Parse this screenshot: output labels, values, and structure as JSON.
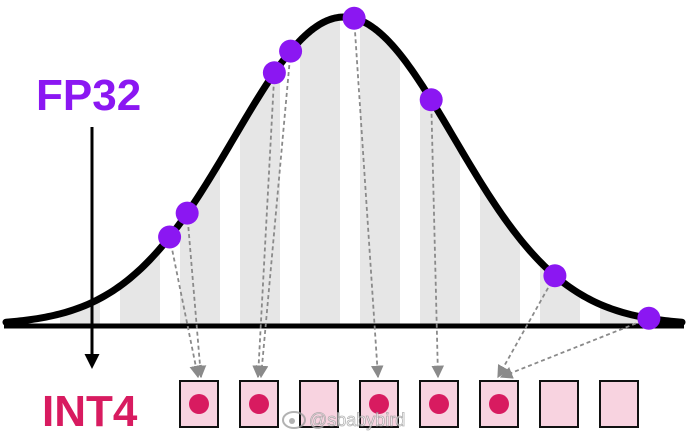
{
  "labels": {
    "source": "FP32",
    "target": "INT4",
    "watermark": "@sbabybird"
  },
  "colors": {
    "fp32": "#8B17F2",
    "int4": "#D81B60",
    "bin_fill": "#F8D3E0",
    "curve": "#000000",
    "band": "#E6E6E6",
    "arrow": "#8A8A8A"
  },
  "icons": {
    "watermark": "weibo-logo-icon"
  },
  "bins": [
    {
      "filled": true
    },
    {
      "filled": true
    },
    {
      "filled": false
    },
    {
      "filled": true
    },
    {
      "filled": true
    },
    {
      "filled": true
    },
    {
      "filled": false
    },
    {
      "filled": false
    }
  ],
  "points": [
    {
      "u": 0.242,
      "bin": 0
    },
    {
      "u": 0.268,
      "bin": 0
    },
    {
      "u": 0.397,
      "bin": 1
    },
    {
      "u": 0.421,
      "bin": 1
    },
    {
      "u": 0.515,
      "bin": 3
    },
    {
      "u": 0.629,
      "bin": 4
    },
    {
      "u": 0.812,
      "bin": 5
    },
    {
      "u": 0.951,
      "bin": 5
    }
  ]
}
